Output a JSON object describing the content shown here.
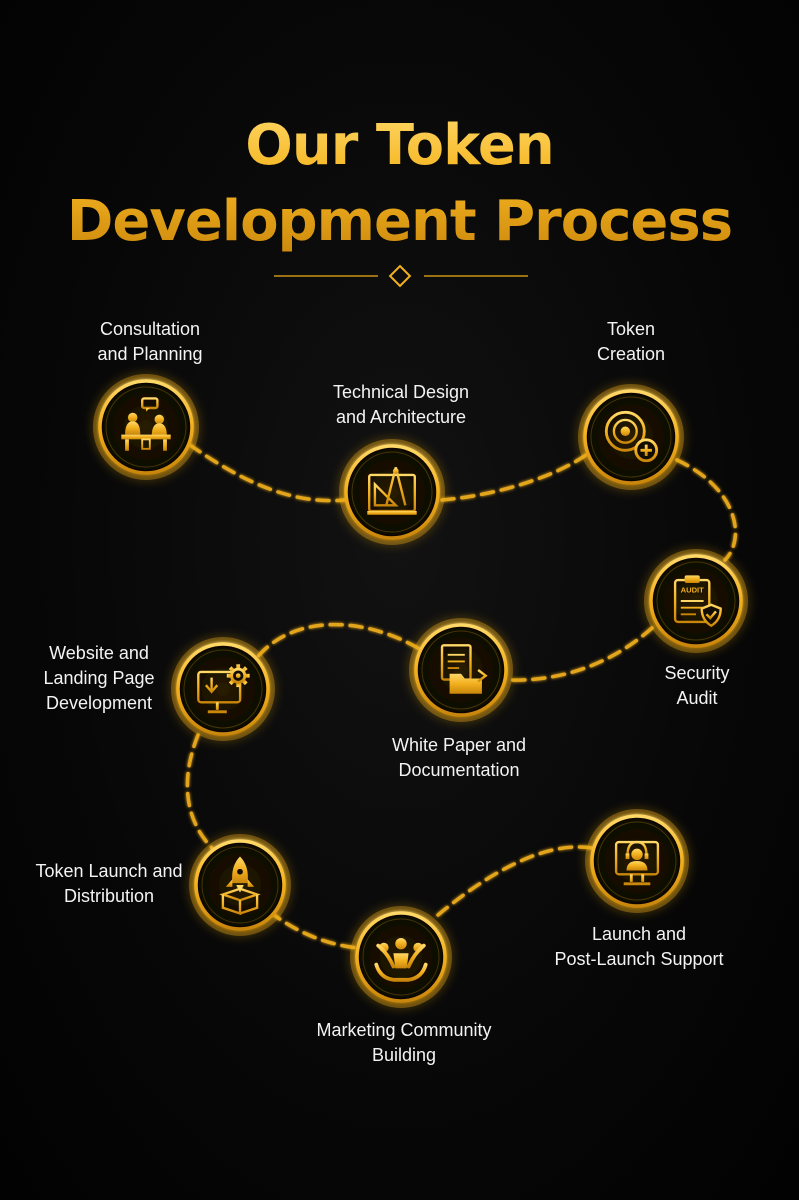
{
  "title": {
    "line1": "Our Token",
    "line2": "Development Process"
  },
  "colors": {
    "gold": "#f2b01e",
    "gold_light": "#ffd867",
    "gold_dark": "#c9860b",
    "background": "#050505",
    "text": "#f3f3f3"
  },
  "steps": [
    {
      "id": "consultation",
      "icon": "consultation-meeting-icon",
      "line1": "Consultation",
      "line2": "and Planning"
    },
    {
      "id": "technical-design",
      "icon": "blueprint-design-icon",
      "line1": "Technical Design",
      "line2": "and Architecture"
    },
    {
      "id": "token-creation",
      "icon": "coin-plus-icon",
      "line1": "Token",
      "line2": "Creation"
    },
    {
      "id": "security-audit",
      "icon": "audit-clipboard-shield-icon",
      "line1": "Security",
      "line2": "Audit",
      "badge": "AUDIT"
    },
    {
      "id": "white-paper",
      "icon": "document-folder-icon",
      "line1": "White Paper and",
      "line2": "Documentation"
    },
    {
      "id": "website",
      "icon": "monitor-gear-icon",
      "line1": "Website and",
      "line2": "Landing Page",
      "line3": "Development"
    },
    {
      "id": "token-launch",
      "icon": "rocket-box-icon",
      "line1": "Token Launch and",
      "line2": "Distribution"
    },
    {
      "id": "marketing",
      "icon": "community-people-icon",
      "line1": "Marketing Community",
      "line2": "Building"
    },
    {
      "id": "support",
      "icon": "support-agent-icon",
      "line1": "Launch and",
      "line2": "Post-Launch Support"
    }
  ]
}
